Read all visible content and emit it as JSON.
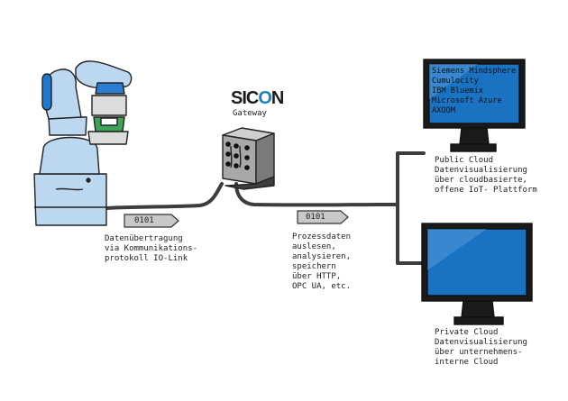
{
  "gateway": {
    "logo_part1": "SIC",
    "logo_part2": "O",
    "logo_part3": "N",
    "subtitle": "Gateway"
  },
  "data_tags": [
    "0101",
    "0101"
  ],
  "labels": {
    "robot": [
      "Datenübertragung",
      "via Kommunikations-",
      "protokoll IO-Link"
    ],
    "process": [
      "Prozessdaten",
      "auslesen,",
      "analysieren,",
      "speichern",
      "über HTTP,",
      "OPC UA, etc."
    ],
    "public_cloud": [
      "Public Cloud",
      "Datenvisualisierung",
      "über cloudbasierte,",
      "offene IoT- Plattform"
    ],
    "private_cloud": [
      "Private Cloud",
      "Datenvisualisierung",
      "über unternehmens-",
      "interne Cloud"
    ]
  },
  "public_screen": [
    "Siemens Mindsphere",
    "Cumulocity",
    "IBM Bluemix",
    "Microsoft Azure",
    "AXOOM"
  ],
  "colors": {
    "screen_blue": "#1a72c2",
    "screen_blue_light": "#5fa2e0",
    "robot_blue": "#bcd7f0",
    "robot_blue_dark": "#2a7dd0",
    "gateway_gray": "#a8a8a8",
    "cable": "#3d3d3d",
    "monitor_black": "#1a1a1a",
    "green": "#3aa457"
  }
}
